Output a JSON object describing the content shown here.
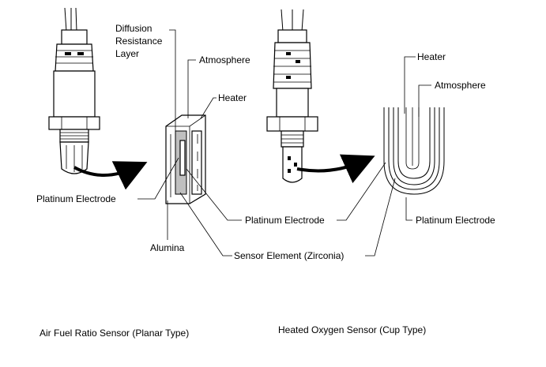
{
  "labels": {
    "diffusion": [
      "Diffusion",
      "Resistance",
      "Layer"
    ],
    "atmosphere_left": "Atmosphere",
    "heater_left": "Heater",
    "platinum_left": "Platinum Electrode",
    "platinum_mid": "Platinum Electrode",
    "alumina": "Alumina",
    "sensor_element": "Sensor Element (Zirconia)",
    "heater_right": "Heater",
    "atmosphere_right": "Atmosphere",
    "platinum_right": "Platinum Electrode"
  },
  "captions": {
    "left": "Air Fuel Ratio Sensor (Planar Type)",
    "right": "Heated Oxygen Sensor (Cup Type)"
  }
}
